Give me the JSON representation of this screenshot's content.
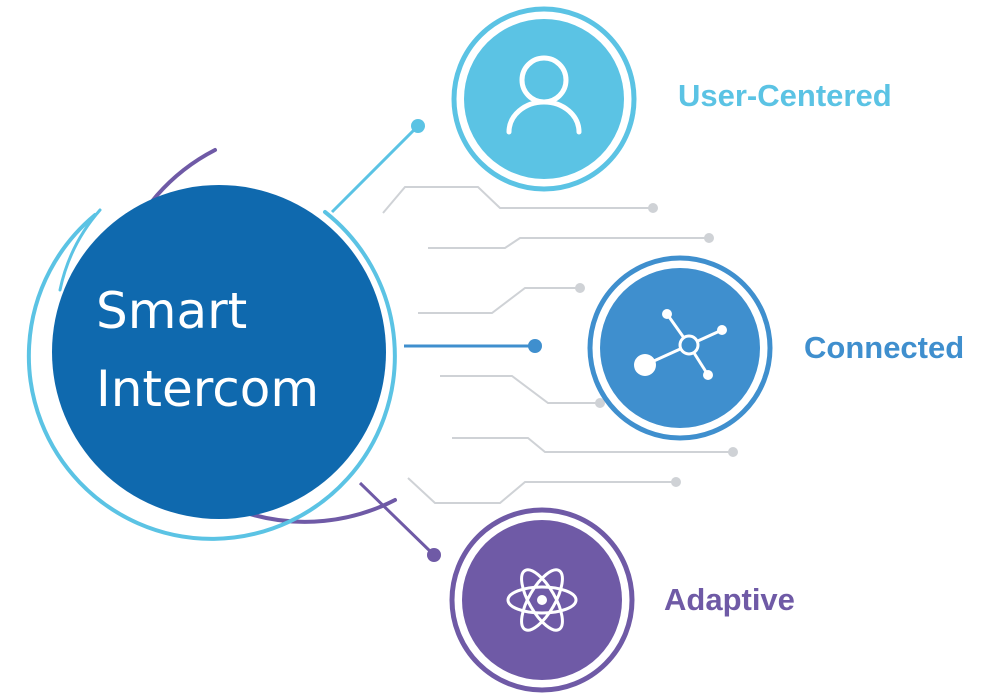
{
  "center": {
    "line1": "Smart",
    "line2": "Intercom"
  },
  "features": [
    {
      "label": "User-Centered",
      "icon": "user-icon",
      "color": "#5bc3e4"
    },
    {
      "label": "Connected",
      "icon": "network-icon",
      "color": "#3f8fce"
    },
    {
      "label": "Adaptive",
      "icon": "atom-icon",
      "color": "#6f5aa6"
    }
  ],
  "colors": {
    "hub_fill": "#0f69ae",
    "hub_ring_light": "#5bc3e4",
    "hub_ring_purple": "#6f5aa6",
    "circuit_lines": "#cfd2d6"
  }
}
